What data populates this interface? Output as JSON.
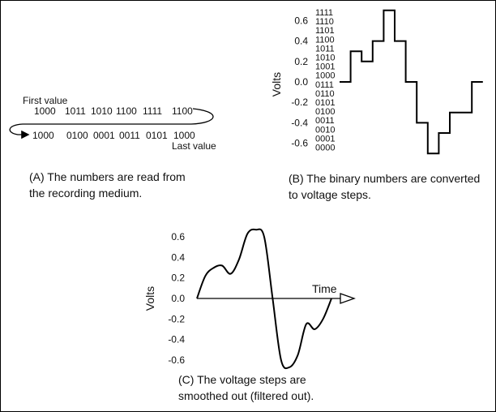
{
  "panel_a": {
    "first_label": "First value",
    "last_label": "Last value",
    "row1": [
      "1000",
      "1011",
      "1010",
      "1100",
      "1111",
      "1100"
    ],
    "row2": [
      "1000",
      "0100",
      "0001",
      "0011",
      "0101",
      "1000"
    ],
    "caption_line1": "(A) The numbers are read from",
    "caption_line2": "the recording medium."
  },
  "panel_b": {
    "ylabel": "Volts",
    "volt_ticks": [
      "0.6",
      "0.4",
      "0.2",
      "0.0",
      "-0.2",
      "-0.4",
      "-0.6"
    ],
    "binary_ticks": [
      "1111",
      "1110",
      "1101",
      "1100",
      "1011",
      "1010",
      "1001",
      "1000",
      "0111",
      "0110",
      "0101",
      "0100",
      "0011",
      "0010",
      "0001",
      "0000"
    ],
    "caption_line1": "(B) The binary numbers are converted",
    "caption_line2": "to voltage steps."
  },
  "panel_c": {
    "ylabel": "Volts",
    "xlabel": "Time",
    "volt_ticks": [
      "0.6",
      "0.4",
      "0.2",
      "0.0",
      "-0.2",
      "-0.4",
      "-0.6"
    ],
    "caption_line1": "(C) The voltage steps are",
    "caption_line2": "smoothed out (filtered out)."
  },
  "chart_data": [
    {
      "type": "line",
      "panel": "B",
      "step": true,
      "ylabel": "Volts",
      "ylim": [
        -0.7,
        0.7
      ],
      "values": [
        0.0,
        0.3,
        0.2,
        0.4,
        0.7,
        0.4,
        0.0,
        -0.4,
        -0.7,
        -0.5,
        -0.3,
        -0.3,
        0.0
      ]
    },
    {
      "type": "line",
      "panel": "C",
      "smooth": true,
      "ylabel": "Volts",
      "xlabel": "Time",
      "ylim": [
        -0.7,
        0.7
      ],
      "values": [
        0.0,
        0.22,
        0.3,
        0.32,
        0.24,
        0.38,
        0.63,
        0.67,
        0.6,
        0.0,
        -0.6,
        -0.67,
        -0.55,
        -0.25,
        -0.3,
        -0.2,
        0.0
      ]
    }
  ]
}
